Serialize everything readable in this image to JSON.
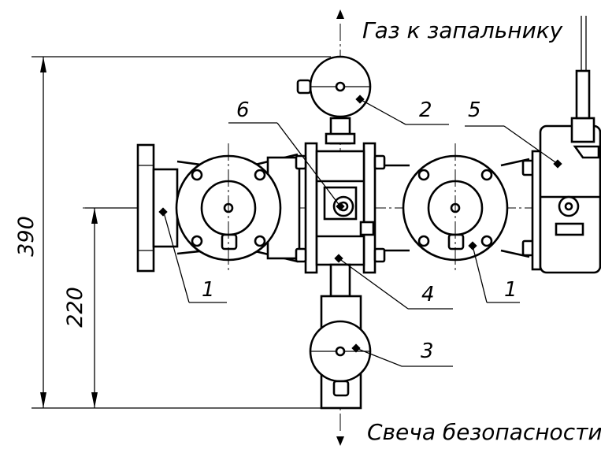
{
  "labels": {
    "gas_to_igniter": "Газ к запальнику",
    "safety_candle": "Свеча безопасности"
  },
  "dimensions": {
    "total_height": "390",
    "center_height": "220"
  },
  "callouts": {
    "c1_left": "1",
    "c1_right": "1",
    "c2": "2",
    "c3": "3",
    "c4": "4",
    "c5": "5",
    "c6": "6"
  }
}
